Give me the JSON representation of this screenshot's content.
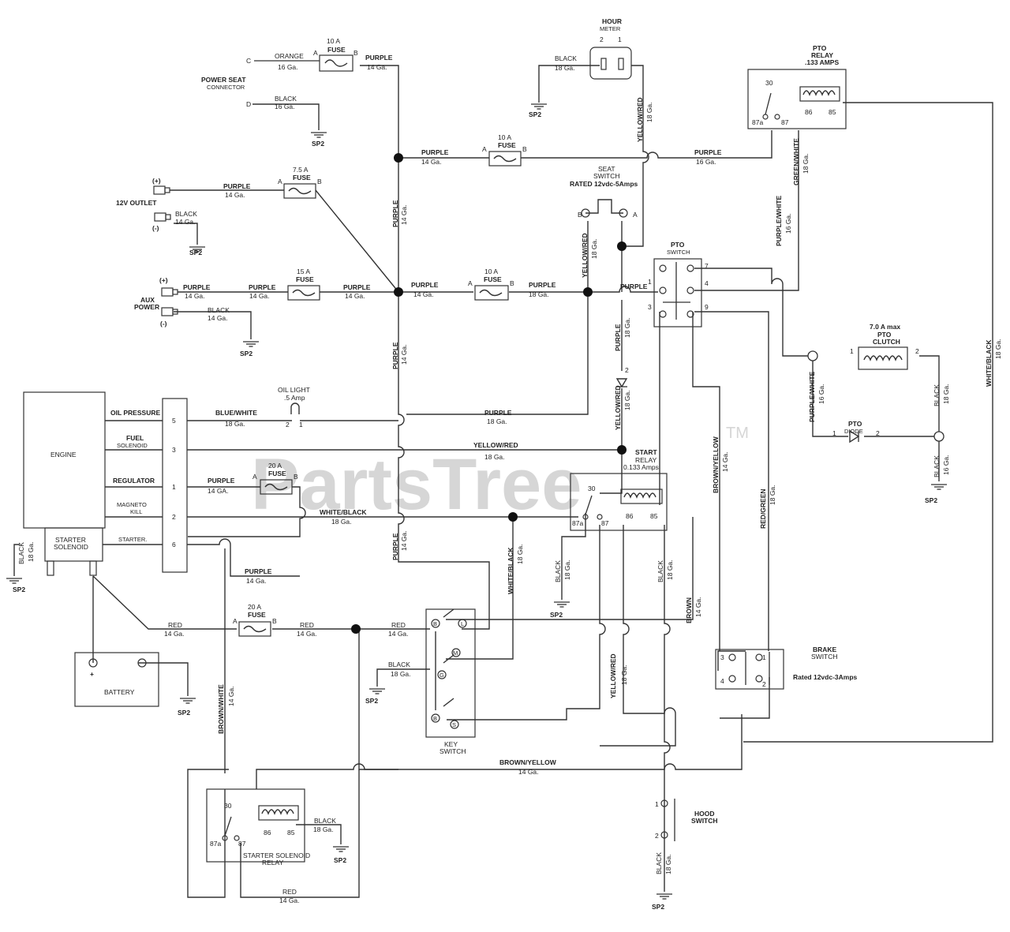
{
  "watermark": {
    "text": "PartsTree",
    "tm": "TM"
  },
  "components": {
    "hour_meter": {
      "title": "HOUR",
      "sub": "METER",
      "pin2": "2",
      "pin1": "1"
    },
    "pto_relay": {
      "title": "PTO",
      "sub": "RELAY",
      "rating": ".133 AMPS",
      "p30": "30",
      "p87a": "87a",
      "p87": "87",
      "p86": "86",
      "p85": "85"
    },
    "seat_switch": {
      "title": "SEAT",
      "sub": "SWITCH",
      "rating": "RATED 12vdc-5Amps",
      "b": "B",
      "a": "A"
    },
    "pto_switch": {
      "title": "PTO",
      "sub": "SWITCH",
      "p1": "1",
      "p2": "2",
      "p3": "3",
      "p4": "4",
      "p7": "7",
      "p9": "9"
    },
    "pto_clutch": {
      "rating": "7.0 A max",
      "title": "PTO",
      "sub": "CLUTCH",
      "p1": "1",
      "p2": "2"
    },
    "pto_diode": {
      "title": "PTO",
      "sub": "DIODE",
      "p1": "1",
      "p2": "2"
    },
    "engine": {
      "title": "ENGINE",
      "starter_solenoid_1": "STARTER",
      "starter_solenoid_2": "SOLENOID"
    },
    "engine_pins": {
      "oil_pressure": "OIL PRESSURE",
      "fuel_1": "FUEL",
      "fuel_2": "SOLENOID",
      "regulator": "REGULATOR",
      "magneto_1": "MAGNETO",
      "magneto_2": "KILL",
      "starter": "STARTER.",
      "n5": "5",
      "n3": "3",
      "n1": "1",
      "n2": "2",
      "n6": "6"
    },
    "oil_light": {
      "title": "OIL LIGHT",
      "rating": ".5 Amp",
      "p2": "2",
      "p1": "1"
    },
    "start_relay": {
      "title": "START",
      "sub": "RELAY",
      "rating": "0.133 Amps",
      "p30": "30",
      "p87a": "87a",
      "p87": "87",
      "p86": "86",
      "p85": "85"
    },
    "battery": {
      "title": "BATTERY",
      "plus": "+"
    },
    "key_switch": {
      "title": "KEY",
      "sub": "SWITCH",
      "b1": "B",
      "l": "L",
      "m": "M",
      "g": "G",
      "b2": "B",
      "s": "S"
    },
    "brake_switch": {
      "title": "BRAKE",
      "sub": "SWITCH",
      "rating": "Rated 12vdc-3Amps",
      "p1": "1",
      "p2": "2",
      "p3": "3",
      "p4": "4"
    },
    "hood_switch": {
      "title": "HOOD",
      "sub": "SWITCH",
      "p1": "1",
      "p2": "2"
    },
    "ss_relay": {
      "title": "STARTER SOLENOID",
      "sub": "RELAY",
      "p30": "30",
      "p87a": "87a",
      "p87": "87",
      "p86": "86",
      "p85": "85"
    },
    "power_seat": {
      "title": "POWER SEAT",
      "sub": "CONNECTOR",
      "c": "C",
      "d": "D"
    },
    "outlet_12v": {
      "title": "12V OUTLET",
      "plus": "(+)",
      "minus": "(-)"
    },
    "aux_power": {
      "title1": "AUX",
      "title2": "POWER",
      "plus": "(+)",
      "minus": "(-)"
    }
  },
  "fuses": {
    "f1": {
      "rating": "10 A",
      "label": "FUSE",
      "a": "A",
      "b": "B"
    },
    "f2": {
      "rating": "10 A",
      "label": "FUSE",
      "a": "A",
      "b": "B"
    },
    "f3": {
      "rating": "7.5 A",
      "label": "FUSE",
      "a": "A",
      "b": "B"
    },
    "f4": {
      "rating": "15 A",
      "label": "FUSE",
      "a": "A",
      "b": "B"
    },
    "f5": {
      "rating": "10 A",
      "label": "FUSE",
      "a": "A",
      "b": "B"
    },
    "f6": {
      "rating": "20 A",
      "label": "FUSE",
      "a": "A",
      "b": "B"
    },
    "f7": {
      "rating": "20 A",
      "label": "FUSE",
      "a": "A",
      "b": "B"
    }
  },
  "ground": "SP2",
  "wires": {
    "orange": "ORANGE",
    "purple": "PURPLE",
    "black": "BLACK",
    "red": "RED",
    "blue_white": "BLUE/WHITE",
    "yellow_red": "YELLOW/RED",
    "white_black": "WHITE/BLACK",
    "brown_white": "BROWN/WHITE",
    "brown_yellow": "BROWN/YELLOW",
    "brown": "BROWN",
    "red_green": "RED/GREEN",
    "purple_white": "PURPLE/WHITE",
    "green_white": "GREEN/WHITE",
    "g14": "14 Ga.",
    "g16": "16 Ga.",
    "g18": "18 Ga.",
    "g14b": "14 GA."
  },
  "colors": {
    "wire": "#333333",
    "watermark": "#d6d6d6"
  }
}
